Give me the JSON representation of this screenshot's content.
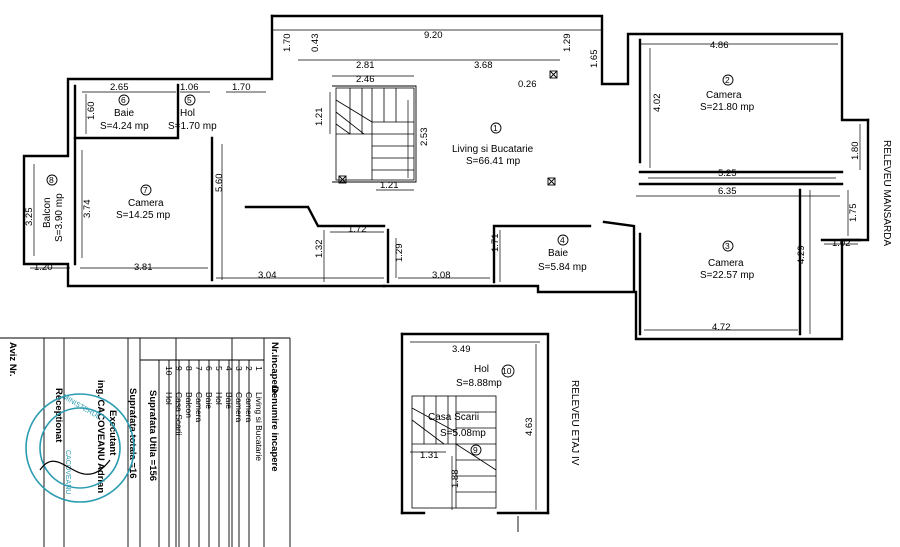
{
  "plan_title": "RELEVEU MANSARDA",
  "stair_title": "RELEVEU ETAJ IV",
  "rooms": [
    {
      "num": "1",
      "name": "Living si Bucatarie",
      "area": "S=66.41 mp"
    },
    {
      "num": "2",
      "name": "Camera",
      "area": "S=21.80 mp"
    },
    {
      "num": "3",
      "name": "Camera",
      "area": "S=22.57 mp"
    },
    {
      "num": "4",
      "name": "Baie",
      "area": "S=5.84 mp"
    },
    {
      "num": "5",
      "name": "Hol",
      "area": "S=1.70 mp"
    },
    {
      "num": "6",
      "name": "Baie",
      "area": "S=4.24 mp"
    },
    {
      "num": "7",
      "name": "Camera",
      "area": "S=14.25 mp"
    },
    {
      "num": "8",
      "name": "Balcon",
      "area": "S=3.90 mp"
    },
    {
      "num": "9",
      "name": "Casa Scarii",
      "area": "S=5.08mp"
    },
    {
      "num": "10",
      "name": "Hol",
      "area": "S=8.88mp"
    }
  ],
  "dims": {
    "d920": "9.20",
    "d170a": "1.70",
    "d043": "0.43",
    "d281": "2.81",
    "d368": "3.68",
    "d129a": "1.29",
    "d165": "1.65",
    "d486": "4.86",
    "d026": "0.26",
    "d246": "2.46",
    "d265": "2.65",
    "d106": "1.06",
    "d170b": "1.70",
    "d160": "1.60",
    "d121a": "1.21",
    "d253": "2.53",
    "d402": "4.02",
    "d180": "1.80",
    "d121b": "1.21",
    "d525": "5.25",
    "d635": "6.35",
    "d560": "5.60",
    "d325": "3.25",
    "d374": "3.74",
    "d172": "1.72",
    "d132": "1.32",
    "d171": "1.71",
    "d175": "1.75",
    "d102": "1.02",
    "d429": "4.29",
    "d120": "1.20",
    "d381": "3.81",
    "d304": "3.04",
    "d129b": "1.29",
    "d308": "3.08",
    "d472": "4.72",
    "d349": "3.49",
    "d463": "4.63",
    "d131": "1.31",
    "d188": "1.88"
  },
  "legend": {
    "col1_header": "Nr.incapere",
    "col2_header": "Denumire incapere",
    "numbers": [
      "1",
      "2",
      "3",
      "4",
      "5",
      "6",
      "7",
      "8",
      "9",
      "10"
    ],
    "names": [
      "Living si Bucatarie",
      "Camera",
      "Camera",
      "Baie",
      "Hol",
      "Baie",
      "Camera",
      "Balcon",
      "Casa Scarii",
      "Hol"
    ],
    "suprafata_utila": "Suprafata Utila =156",
    "suprafata_totala": "Suprafata totala =16",
    "executant": "Executant",
    "ing": "ing. CACOVEANU Adrian",
    "receptionat": "Receptionat",
    "aviz": "Aviz Nr."
  },
  "colors": {
    "stamp": "#2a9bb0"
  }
}
